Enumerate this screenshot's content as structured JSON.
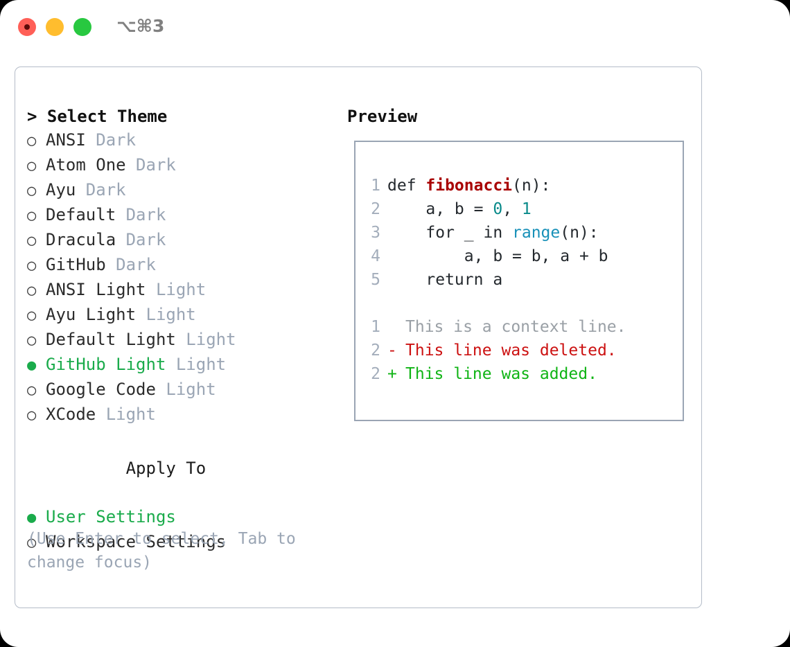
{
  "titlebar": {
    "shortcut": "⌥⌘3",
    "lights": [
      {
        "name": "close",
        "color": "#ff5f57"
      },
      {
        "name": "minimize",
        "color": "#ffbd2e"
      },
      {
        "name": "maximize",
        "color": "#28c840"
      }
    ]
  },
  "theme_picker": {
    "heading": "> Select Theme",
    "marker_selected": "●",
    "marker_unselected": "○",
    "items": [
      {
        "label": "ANSI",
        "badge": "Dark",
        "selected": false
      },
      {
        "label": "Atom One",
        "badge": "Dark",
        "selected": false
      },
      {
        "label": "Ayu",
        "badge": "Dark",
        "selected": false
      },
      {
        "label": "Default",
        "badge": "Dark",
        "selected": false
      },
      {
        "label": "Dracula",
        "badge": "Dark",
        "selected": false
      },
      {
        "label": "GitHub",
        "badge": "Dark",
        "selected": false
      },
      {
        "label": "ANSI Light",
        "badge": "Light",
        "selected": false
      },
      {
        "label": "Ayu Light",
        "badge": "Light",
        "selected": false
      },
      {
        "label": "Default Light",
        "badge": "Light",
        "selected": false
      },
      {
        "label": "GitHub Light",
        "badge": "Light",
        "selected": true
      },
      {
        "label": "Google Code",
        "badge": "Light",
        "selected": false
      },
      {
        "label": "XCode",
        "badge": "Light",
        "selected": false
      }
    ]
  },
  "apply_to": {
    "heading": "Apply To",
    "items": [
      {
        "label": "User Settings",
        "selected": true
      },
      {
        "label": "Workspace Settings",
        "selected": false
      }
    ]
  },
  "hint": "(Use Enter to select, Tab to change focus)",
  "preview": {
    "title": "Preview",
    "code_lines": [
      {
        "number": "1",
        "tokens": [
          {
            "text": "def ",
            "style": "kw-def"
          },
          {
            "text": "fibonacci",
            "style": "fn-name"
          },
          {
            "text": "(n):",
            "style": "plain"
          }
        ]
      },
      {
        "number": "2",
        "tokens": [
          {
            "text": "    a, b = ",
            "style": "plain"
          },
          {
            "text": "0",
            "style": "num"
          },
          {
            "text": ", ",
            "style": "plain"
          },
          {
            "text": "1",
            "style": "num"
          }
        ]
      },
      {
        "number": "3",
        "tokens": [
          {
            "text": "    for _ in ",
            "style": "plain"
          },
          {
            "text": "range",
            "style": "builtin"
          },
          {
            "text": "(n):",
            "style": "plain"
          }
        ]
      },
      {
        "number": "4",
        "tokens": [
          {
            "text": "        a, b = b, a + b",
            "style": "plain"
          }
        ]
      },
      {
        "number": "5",
        "tokens": [
          {
            "text": "    return a",
            "style": "plain"
          }
        ]
      }
    ],
    "diff_lines": [
      {
        "number": "1",
        "sign": " ",
        "text": "This is a context line.",
        "kind": "context"
      },
      {
        "number": "2",
        "sign": "-",
        "text": "This line was deleted.",
        "kind": "deleted"
      },
      {
        "number": "2",
        "sign": "+",
        "text": "This line was added.",
        "kind": "added"
      }
    ]
  },
  "colors": {
    "accent_green": "#1aab4b",
    "badge_muted": "#9aa5b4",
    "panel_border": "#b4bcc8",
    "code_border": "#9aa5b4",
    "function_name": "#a80000",
    "number_literal": "#098a8a",
    "builtin": "#1790b8",
    "diff_deleted": "#cc1111",
    "diff_added": "#10b415",
    "line_number": "#a3adbb"
  }
}
